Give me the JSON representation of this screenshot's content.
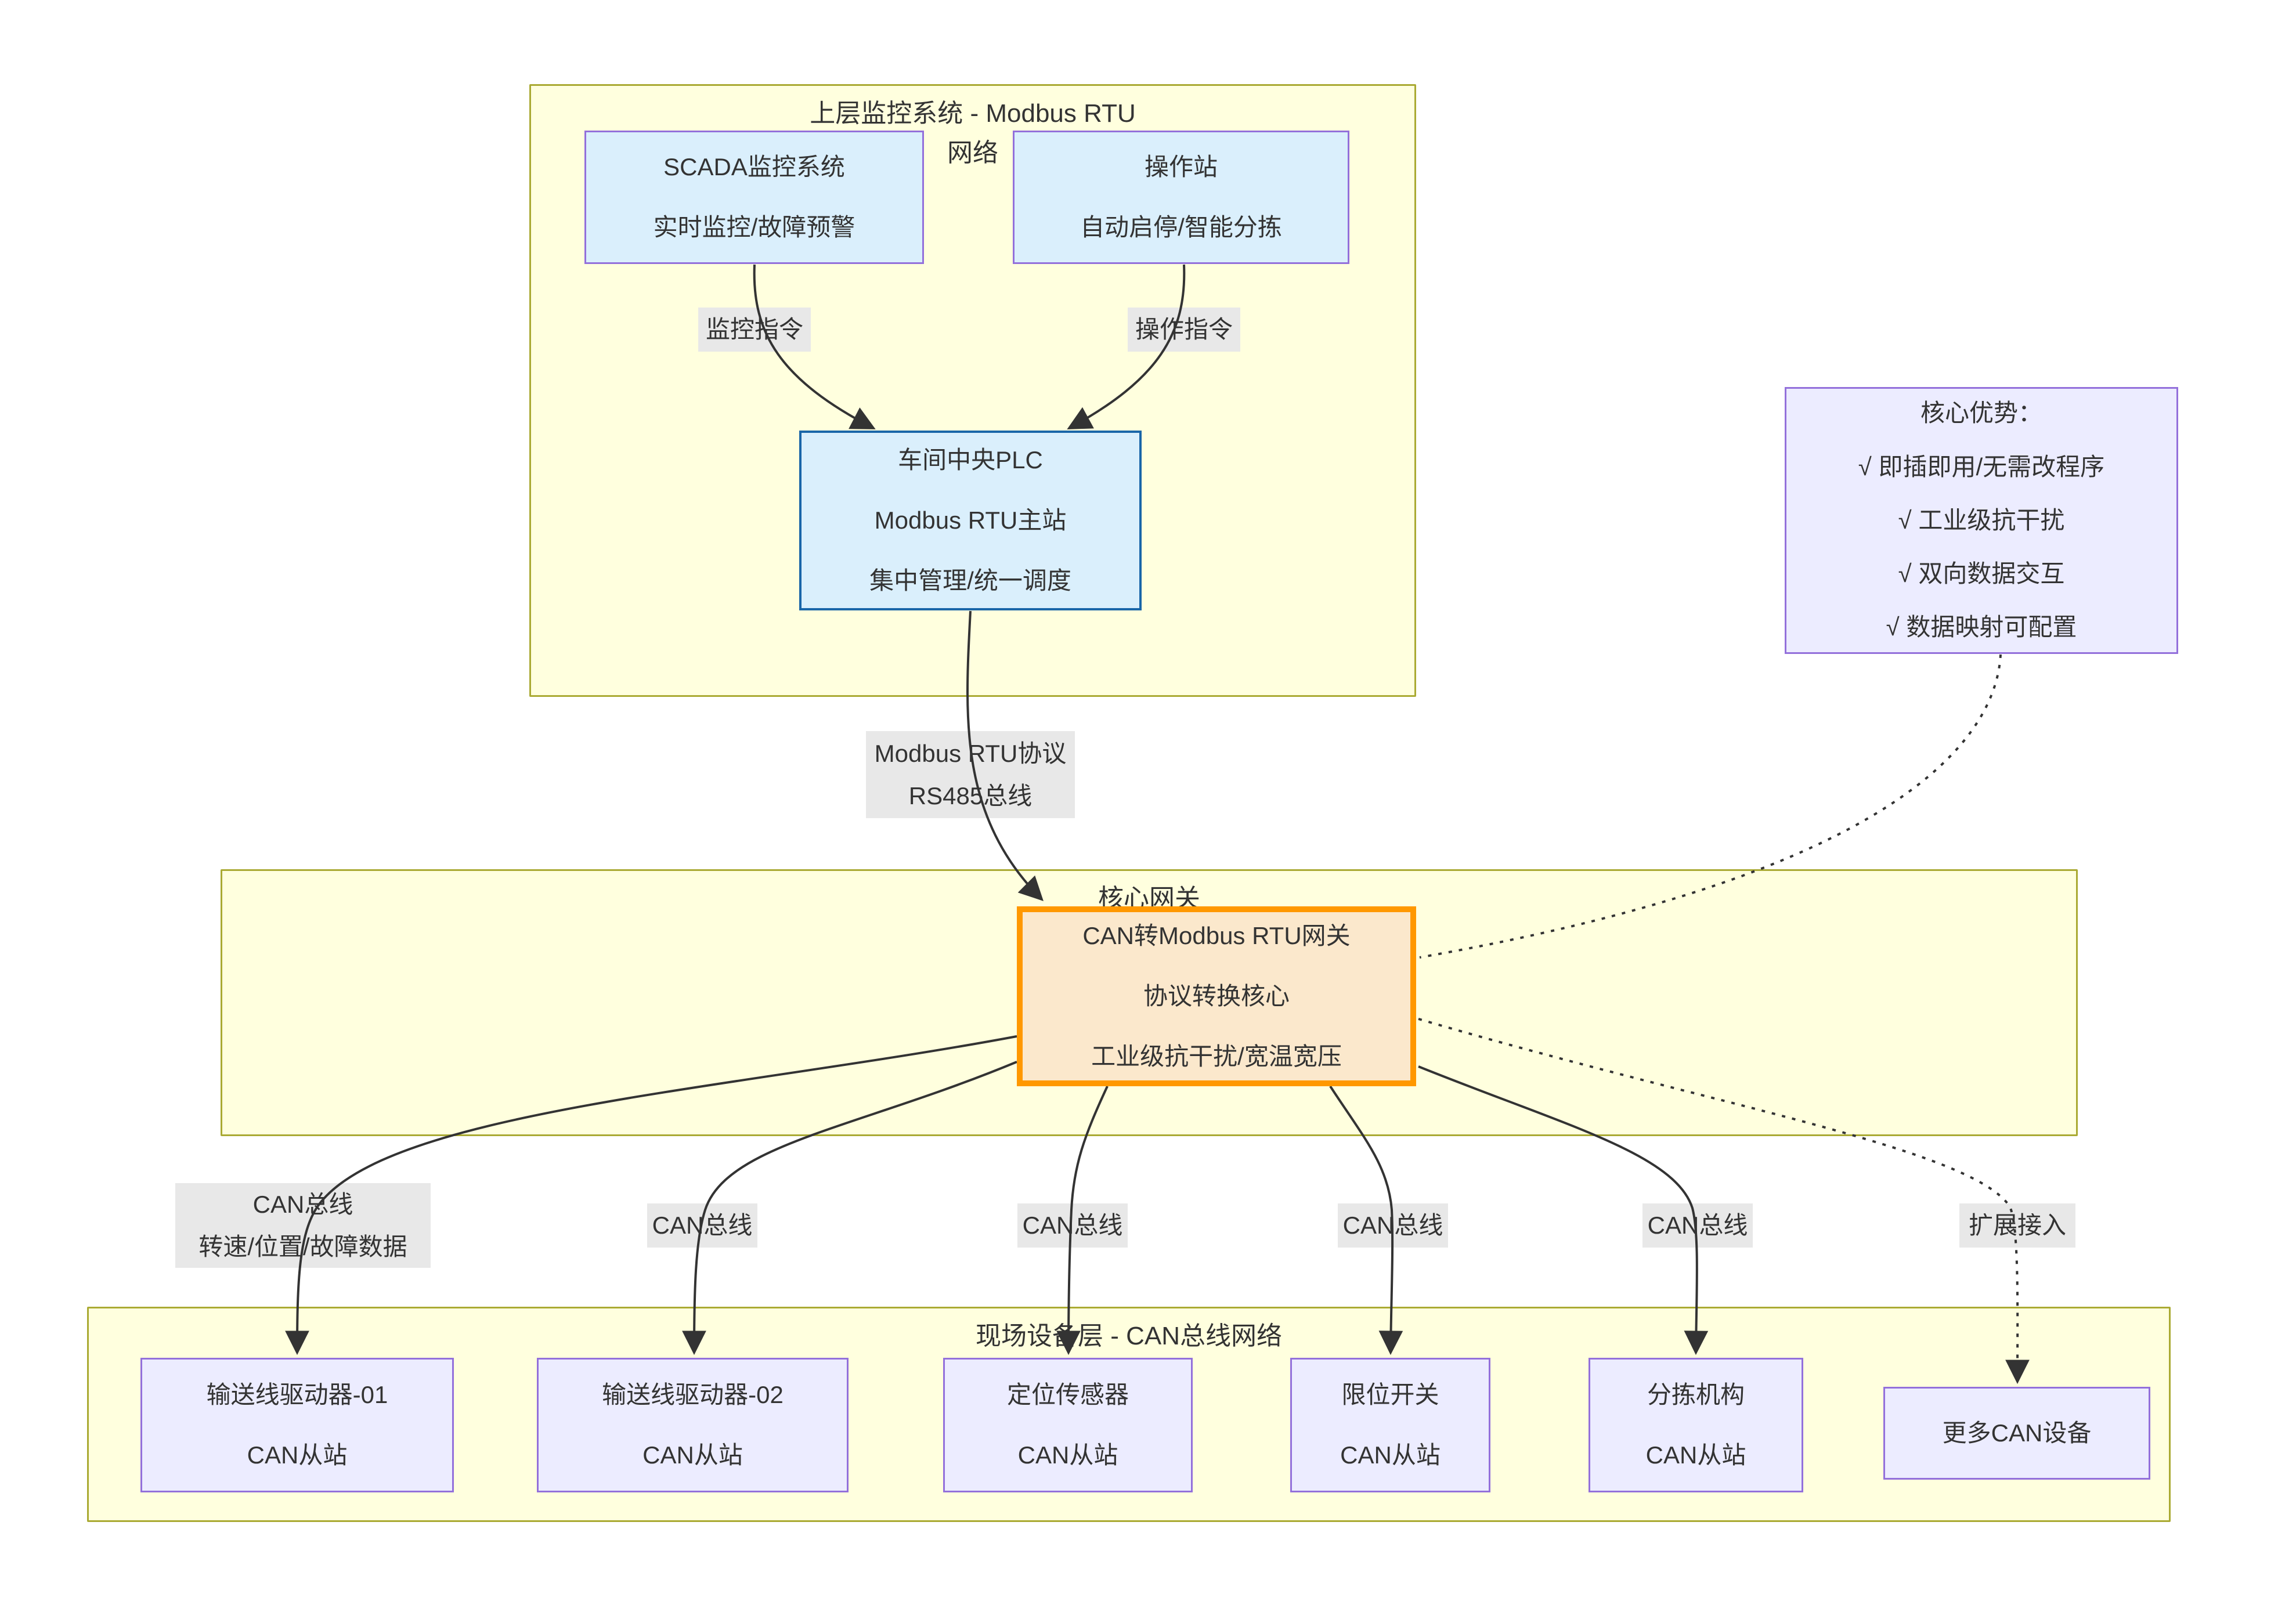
{
  "diagram": {
    "containers": {
      "upper": {
        "title_line1": "上层监控系统 - Modbus RTU",
        "title_line2": "网络"
      },
      "core_gateway": {
        "title": "核心网关"
      },
      "field": {
        "title": "现场设备层 - CAN总线网络"
      }
    },
    "nodes": {
      "scada": {
        "line1": "SCADA监控系统",
        "line2": "实时监控/故障预警"
      },
      "operator": {
        "line1": "操作站",
        "line2": "自动启停/智能分拣"
      },
      "plc": {
        "line1": "车间中央PLC",
        "line2": "Modbus RTU主站",
        "line3": "集中管理/统一调度"
      },
      "advantages": {
        "title": "核心优势：",
        "item1": "√ 即插即用/无需改程序",
        "item2": "√ 工业级抗干扰",
        "item3": "√ 双向数据交互",
        "item4": "√ 数据映射可配置"
      },
      "gateway": {
        "line1": "CAN转Modbus RTU网关",
        "line2": "协议转换核心",
        "line3": "工业级抗干扰/宽温宽压"
      },
      "drive01": {
        "line1": "输送线驱动器-01",
        "line2": "CAN从站"
      },
      "drive02": {
        "line1": "输送线驱动器-02",
        "line2": "CAN从站"
      },
      "position_sensor": {
        "line1": "定位传感器",
        "line2": "CAN从站"
      },
      "limit_switch": {
        "line1": "限位开关",
        "line2": "CAN从站"
      },
      "sorting_mech": {
        "line1": "分拣机构",
        "line2": "CAN从站"
      },
      "more_can": {
        "line1": "更多CAN设备"
      }
    },
    "edge_labels": {
      "monitor_cmd": "监控指令",
      "operate_cmd": "操作指令",
      "modbus_line1": "Modbus RTU协议",
      "modbus_line2": "RS485总线",
      "can_bus_1_line1": "CAN总线",
      "can_bus_1_line2": "转速/位置/故障数据",
      "can_bus_2": "CAN总线",
      "can_bus_3": "CAN总线",
      "can_bus_4": "CAN总线",
      "can_bus_5": "CAN总线",
      "expand": "扩展接入"
    },
    "colors": {
      "container_fill": "#FFFFDE",
      "container_border": "#AAAA33",
      "blue_node_fill": "#DAEFFC",
      "blue_node_border": "#9370DB",
      "plc_border": "#1A66A8",
      "gateway_fill": "#FBE8CC",
      "gateway_border": "#FF9800",
      "purple_node_fill": "#ECECFF",
      "purple_node_border": "#9370DB",
      "edge_color": "#333333",
      "edge_label_bg": "#E8E8E8",
      "text_color": "#333333"
    }
  }
}
